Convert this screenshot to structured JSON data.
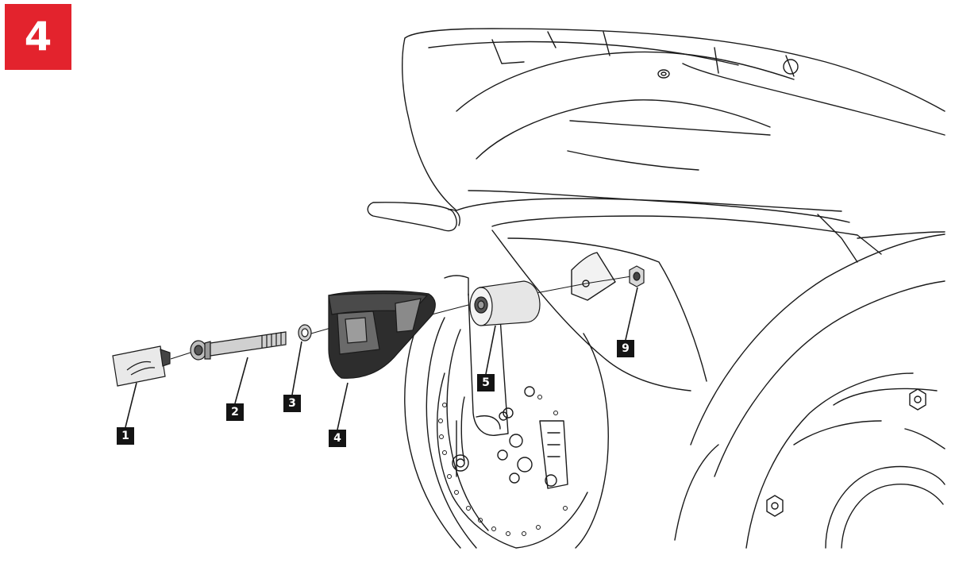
{
  "step": {
    "number": "4",
    "color": "#e3232d"
  },
  "callouts": [
    {
      "id": "c1",
      "label": "1",
      "part": "end-cap-logo"
    },
    {
      "id": "c2",
      "label": "2",
      "part": "bolt"
    },
    {
      "id": "c3",
      "label": "3",
      "part": "washer"
    },
    {
      "id": "c4",
      "label": "4",
      "part": "frame-slider-body"
    },
    {
      "id": "c5",
      "label": "5",
      "part": "spacer"
    },
    {
      "id": "c9",
      "label": "9",
      "part": "nut"
    }
  ],
  "colors": {
    "line": "#1a1a1a",
    "part_fill": "#333333",
    "callout_bg": "#141414"
  }
}
